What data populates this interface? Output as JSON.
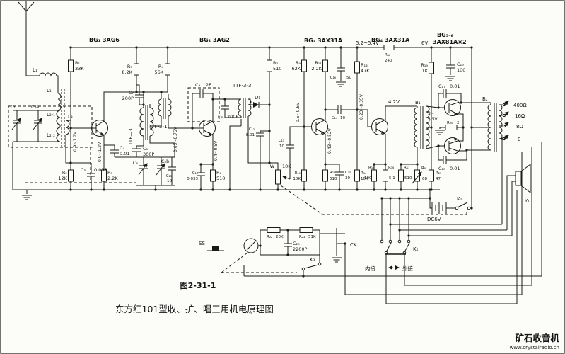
{
  "fig": {
    "num": "图2-31-1",
    "cap": "东方红101型收、扩、唱三用机电原理图"
  },
  "wm": {
    "brand": "矿石收音机",
    "url": "www.crystalradio.cn",
    "color1": "#1e3f7d",
    "color2": "#4b7bc4"
  },
  "stages": {
    "bg1": "BG₁ 3AG6",
    "bg2": "BG₂ 3AG2",
    "bg3": "BG₃ 3AX31A",
    "bg4": "BG₄ 3AX31A",
    "bg56a": "BG₅-₆",
    "bg56b": "3AX81A×2"
  },
  "coils": {
    "l1a": "L₁",
    "l1b": "L₁",
    "l21": "L₂-₁",
    "l22": "L₂-₂",
    "l3": "L₃",
    "ltf": "LTF—3",
    "ttf1": "TTF-3-1",
    "ttf3": "TTF-3-3",
    "b1": "B₁",
    "b2": "B₂"
  },
  "res": {
    "r1": {
      "n": "R₁",
      "v": "33K"
    },
    "r2": {
      "n": "R₂",
      "v": "12K"
    },
    "r3": {
      "n": "R₃",
      "v": "8.2K"
    },
    "r4": {
      "n": "R₄",
      "v": "56K"
    },
    "r5": {
      "n": "R₅",
      "v": "2.2K"
    },
    "r6": {
      "n": "R₆",
      "v": "510"
    },
    "r7": {
      "n": "R₇",
      "v": "510"
    },
    "r8": {
      "n": "R₈",
      "v": "68"
    },
    "r9": {
      "n": "R₉",
      "v": "62K"
    },
    "r10": {
      "n": "R₁₀",
      "v": "10K"
    },
    "r11": {
      "n": "R₁₁",
      "v": "2.2K"
    },
    "r12": {
      "n": "R₁₂",
      "v": "510"
    },
    "r13": {
      "n": "R₁₃",
      "v": "47K"
    },
    "r14": {
      "n": "R₁₄",
      "v": "10K"
    },
    "r15": {
      "n": "R₁₅",
      "v": "100"
    },
    "r16": {
      "n": "R₁₆",
      "v": "5.1"
    },
    "r17": {
      "n": "R₁₇",
      "v": "510"
    },
    "r18": {
      "n": "R₁₈",
      "v": "240"
    },
    "r19": {
      "n": "R₁₉",
      "v": "1K"
    },
    "r20": {
      "n": "R₂₀",
      "v": "2"
    },
    "r21": {
      "n": "R₂₁",
      "v": "47"
    },
    "r22": {
      "n": "R₂₂",
      "v": "20K"
    },
    "r23": {
      "n": "R₂₃",
      "v": "51K"
    },
    "w": {
      "n": "W",
      "v": "10K"
    }
  },
  "cap": {
    "c1": {
      "n": "C₁"
    },
    "c2a": {
      "n": "C₂a"
    },
    "c2b": {
      "n": "C₂b"
    },
    "c3": {
      "n": "C₃",
      "v": "0.033"
    },
    "c4": {
      "n": "C₄",
      "v": "0.01"
    },
    "c5": {
      "n": "C₅",
      "v": "300P"
    },
    "c6": {
      "n": "C₆"
    },
    "c7": {
      "n": "C₇",
      "v": "200P"
    },
    "c8": {
      "n": "C₈",
      "v": "200P"
    },
    "c9": {
      "n": "C₉",
      "v": "2P"
    },
    "c10": {
      "n": "C₁₀",
      "v": "10"
    },
    "c11": {
      "n": "C₁₁",
      "v": "0.033"
    },
    "c12": {
      "n": "C₁₂",
      "v": "0.01"
    },
    "c13": {
      "n": "C₁₃",
      "v": "10"
    },
    "c14": {
      "n": "C₁₄",
      "v": "10"
    },
    "c15": {
      "n": "C₁₅",
      "v": "30"
    },
    "c16": {
      "n": "C₁₆",
      "v": "50"
    },
    "c17": {
      "n": "C₁₇",
      "v": "0.01"
    },
    "c18": {
      "n": "C₁₈",
      "v": "0.01"
    },
    "c19": {
      "n": "C₁₉",
      "v": "100"
    },
    "c20": {
      "n": "C₂₀",
      "v": "2200P"
    }
  },
  "semi": {
    "d1": "D₁"
  },
  "volts": {
    "bg1b": "0.9~1.2V",
    "bg1e": "0.9~1.2V",
    "bg2b": "0.65~0.75V",
    "bg2e": "0.4~0.5V",
    "bg3b": "0.5~0.6V",
    "bg3e": "0.43~0.52V",
    "bg4b": "0.23~0.35V",
    "rail": "5.2~5.4V",
    "supply": "6V",
    "out": "4.2V",
    "b1a": "3~",
    "b1b": "3.5V",
    "bat": "DC6V"
  },
  "sw": {
    "k1": "K₁",
    "k2": "K₂",
    "k3": "K₃",
    "ss": "SS",
    "ck": "CK"
  },
  "term": [
    "400Ω",
    "16Ω",
    "8Ω",
    "0"
  ],
  "spk": "Y₁",
  "modes": {
    "nei": "内接",
    "wai": "外接"
  }
}
